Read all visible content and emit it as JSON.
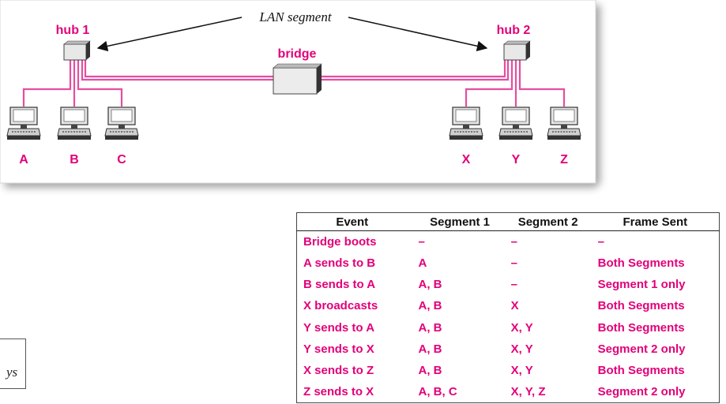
{
  "diagram": {
    "annotation": "LAN segment",
    "hub1_label": "hub 1",
    "hub2_label": "hub 2",
    "bridge_label": "bridge",
    "hosts": [
      "A",
      "B",
      "C",
      "X",
      "Y",
      "Z"
    ]
  },
  "side_text": "ys",
  "table": {
    "headers": [
      "Event",
      "Segment 1",
      "Segment 2",
      "Frame Sent"
    ],
    "rows": [
      [
        "Bridge boots",
        "–",
        "–",
        "–"
      ],
      [
        "A sends to B",
        "A",
        "–",
        "Both Segments"
      ],
      [
        "B sends to A",
        "A, B",
        "–",
        "Segment 1 only"
      ],
      [
        "X broadcasts",
        "A, B",
        "X",
        "Both Segments"
      ],
      [
        "Y sends to A",
        "A, B",
        "X, Y",
        "Both Segments"
      ],
      [
        "Y sends to X",
        "A, B",
        "X, Y",
        "Segment 2 only"
      ],
      [
        "X sends to Z",
        "A, B",
        "X, Y",
        "Both Segments"
      ],
      [
        "Z sends to X",
        "A, B, C",
        "X, Y, Z",
        "Segment 2 only"
      ]
    ]
  },
  "colors": {
    "accent": "#e2007a",
    "link": "#e64da0",
    "device": "#d9d9d9"
  }
}
